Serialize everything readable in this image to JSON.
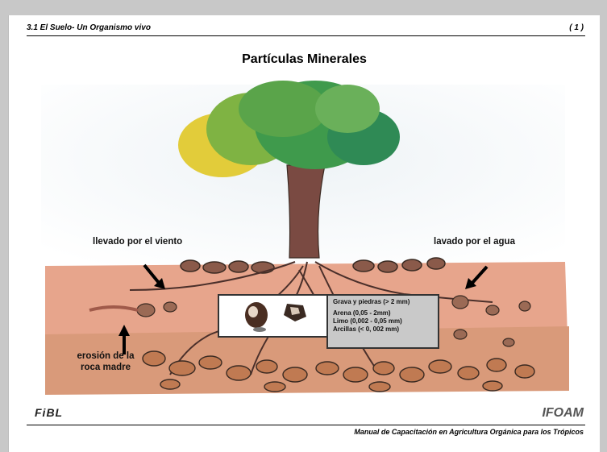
{
  "header": {
    "section": "3.1 El Suelo- Un Organismo vivo",
    "page": "( 1 )"
  },
  "title": "Partículas Minerales",
  "labels": {
    "wind": "llevado por el viento",
    "water": "lavado por el agua",
    "erosion_line1": "erosión de la",
    "erosion_line2": "roca madre"
  },
  "particles": [
    "Grava y piedras  (> 2 mm)",
    "Arena (0,05 - 2mm)",
    "Limo (0,002 - 0,05 mm)",
    "Arcillas (< 0, 002 mm)"
  ],
  "logos": {
    "left": "FiBL",
    "right": "IFOAM"
  },
  "footer": "Manual de Capacitación en Agricultura Orgánica para los Trópicos"
}
